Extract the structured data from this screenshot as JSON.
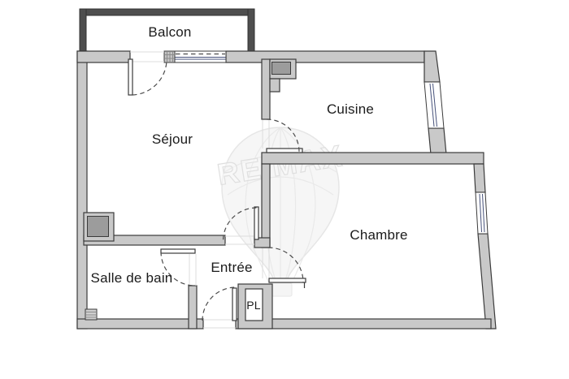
{
  "watermark": {
    "brand": "RE/MAX"
  },
  "rooms": [
    {
      "id": "balcon",
      "label": "Balcon"
    },
    {
      "id": "sejour",
      "label": "Séjour"
    },
    {
      "id": "cuisine",
      "label": "Cuisine"
    },
    {
      "id": "chambre",
      "label": "Chambre"
    },
    {
      "id": "salle-de-bain",
      "label": "Salle de bain"
    },
    {
      "id": "entree",
      "label": "Entrée"
    },
    {
      "id": "placard",
      "label": "PL"
    }
  ],
  "colors": {
    "background": "#ffffff",
    "wall_fill": "#c9c9c9",
    "wall_outline": "#3b3b3b",
    "railing": "#4e4e4e",
    "duct_fill": "#9c9c9c",
    "window_glass": "#46517a",
    "door_arc": "#4a4a4a",
    "watermark": "#d6d6d6",
    "label_text": "#1b1b1b"
  }
}
